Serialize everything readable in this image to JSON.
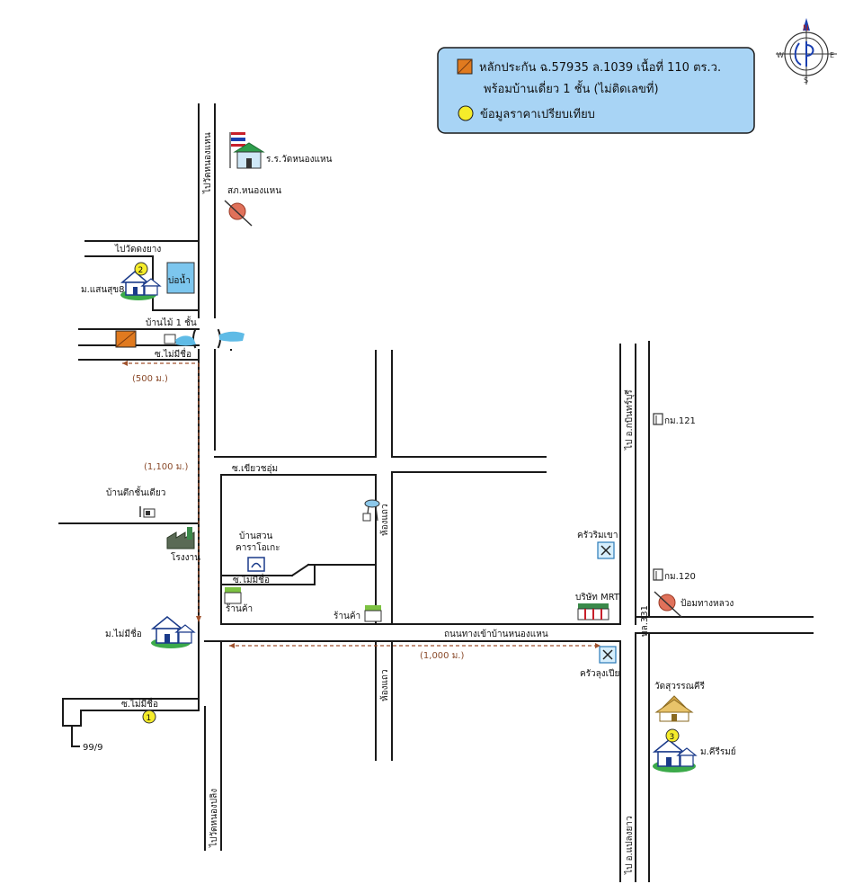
{
  "legend": {
    "subject_line1": "หลักประกัน ฉ.57935 ล.1039 เนื้อที่ 110 ตร.ว.",
    "subject_line2": "พร้อมบ้านเดี่ยว 1 ชั้น (ไม่ติดเลขที่)",
    "comparable": "ข้อมูลราคาเปรียบเทียบ",
    "box_color": "#a8d4f5",
    "subject_color": "#e07a1f",
    "comparable_color": "#f5ec2a"
  },
  "compass": {
    "n": "N",
    "s": "S",
    "e": "E",
    "w": "W"
  },
  "roads": {
    "to_wat_nong_haen": "ไปวัดหนองแหน",
    "to_wat_dong_yang": "ไปวัดดงยาง",
    "soi_mai_mi_chue_1": "ซ.ไม่มีชื่อ",
    "soi_mai_mi_chue_2": "ซ.ไม่มีชื่อ",
    "soi_mai_mi_chue_3": "ซ.ไม่มีชื่อ",
    "soi_khiao_sa_um": "ซ.เขียวชอุ่ม",
    "hong_taeo_1": "ห้องแถว",
    "hong_taeo_2": "ห้องแถว",
    "main_road": "ถนนทางเข้าบ้านหนองแหน",
    "to_kabin_buri": "ไป อ.กบินทร์บุรี",
    "to_plaeng_yao": "ไป อ.แปลงยาว",
    "to_wat_nong_pling": "ไปวัดหนองปลิง",
    "route_331": "ทล.331"
  },
  "places": {
    "school": "ร.ร.วัดหนองแหน",
    "police": "สภ.หนองแหน",
    "pond": "บ่อน้ำ",
    "village_saensuk": "ม.แสนสุข8",
    "wood_house": "บ้านไม้ 1 ชั้น",
    "single_house": "บ้านตึกชั้นเดียว",
    "factory": "โรงงาน",
    "karaoke_line1": "บ้านสวน",
    "karaoke_line2": "คาราโอเกะ",
    "shop_1": "ร้านค้า",
    "shop_2": "ร้านค้า",
    "village_no_name": "ม.ไม่มีชื่อ",
    "house_99_9": "99/9",
    "krua_rim_khao": "ครัวริมเขา",
    "company_mrt": "บริษัท MRT",
    "krua_lung_pia": "ครัวลุงเปีย",
    "km_121": "กม.121",
    "km_120": "กม.120",
    "highway_police": "ป้อมทางหลวง",
    "wat_suwan_khiri": "วัดสุวรรณคีรี",
    "village_khiri_rom": "ม.คีรีรมย์"
  },
  "markers": {
    "c1": "1",
    "c2": "2",
    "c3": "3"
  },
  "distances": {
    "d500": "(500 ม.)",
    "d1100": "(1,100 ม.)",
    "d1000": "(1,000 ม.)"
  }
}
